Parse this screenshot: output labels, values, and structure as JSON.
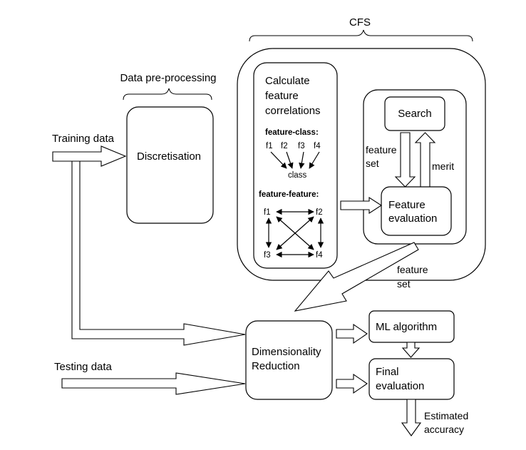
{
  "labels": {
    "cfs": "CFS",
    "data_preprocessing": "Data pre-processing",
    "training_data": "Training data",
    "testing_data": "Testing data",
    "discretisation": "Discretisation",
    "calc_line1": "Calculate",
    "calc_line2": "feature",
    "calc_line3": "correlations",
    "feature_class": "feature-class:",
    "feature_feature": "feature-feature:",
    "class": "class",
    "f1": "f1",
    "f2": "f2",
    "f3": "f3",
    "f4": "f4",
    "search": "Search",
    "feature_set_inner_line1": "feature",
    "feature_set_inner_line2": "set",
    "merit": "merit",
    "feature_eval_line1": "Feature",
    "feature_eval_line2": "evaluation",
    "feature_set_outer_line1": "feature",
    "feature_set_outer_line2": "set",
    "dim_line1": "Dimensionality",
    "dim_line2": "Reduction",
    "ml_algorithm": "ML algorithm",
    "final_line1": "Final",
    "final_line2": "evaluation",
    "estimated_line1": "Estimated",
    "estimated_line2": "accuracy"
  }
}
